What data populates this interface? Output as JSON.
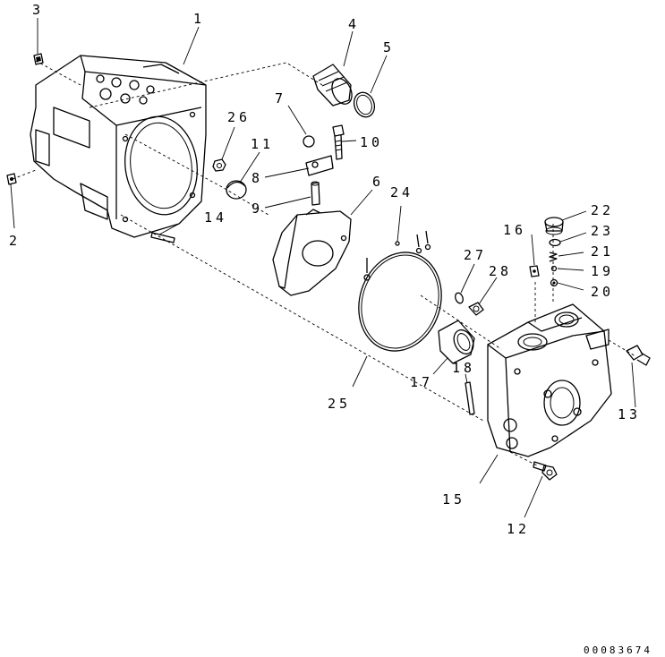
{
  "callouts": [
    {
      "id": "c1",
      "text": "1"
    },
    {
      "id": "c2",
      "text": "2"
    },
    {
      "id": "c3",
      "text": "3"
    },
    {
      "id": "c4",
      "text": "4"
    },
    {
      "id": "c5",
      "text": "5"
    },
    {
      "id": "c6",
      "text": "6"
    },
    {
      "id": "c7",
      "text": "7"
    },
    {
      "id": "c8",
      "text": "8"
    },
    {
      "id": "c9",
      "text": "9"
    },
    {
      "id": "c10",
      "text": "10"
    },
    {
      "id": "c11",
      "text": "11"
    },
    {
      "id": "c12",
      "text": "12"
    },
    {
      "id": "c13",
      "text": "13"
    },
    {
      "id": "c14",
      "text": "14"
    },
    {
      "id": "c15",
      "text": "15"
    },
    {
      "id": "c16",
      "text": "16"
    },
    {
      "id": "c17",
      "text": "17"
    },
    {
      "id": "c18",
      "text": "18"
    },
    {
      "id": "c19",
      "text": "19"
    },
    {
      "id": "c20",
      "text": "20"
    },
    {
      "id": "c21",
      "text": "21"
    },
    {
      "id": "c22",
      "text": "22"
    },
    {
      "id": "c23",
      "text": "23"
    },
    {
      "id": "c24",
      "text": "24"
    },
    {
      "id": "c25",
      "text": "25"
    },
    {
      "id": "c26",
      "text": "26"
    },
    {
      "id": "c27",
      "text": "27"
    },
    {
      "id": "c28",
      "text": "28"
    }
  ],
  "drawing_ref": "00083674"
}
